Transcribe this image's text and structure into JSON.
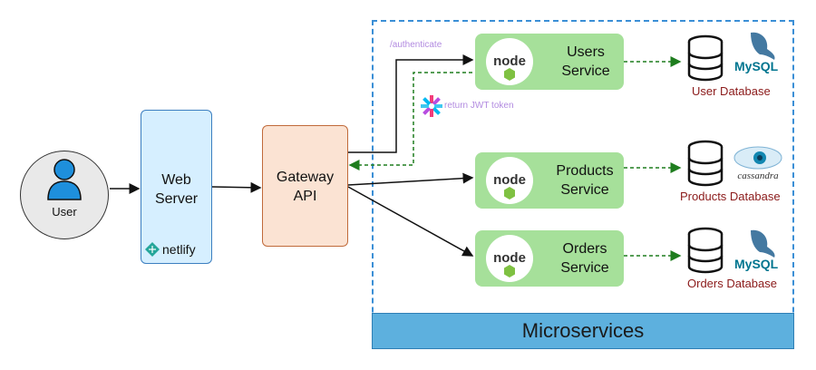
{
  "user": {
    "label": "User"
  },
  "web_server": {
    "line1": "Web",
    "line2": "Server",
    "host": "netlify"
  },
  "gateway": {
    "line1": "Gateway",
    "line2": "API"
  },
  "microservices_label": "Microservices",
  "services": [
    {
      "line1": "Users",
      "line2": "Service",
      "db_label": "User Database",
      "db_brand": "MySQL"
    },
    {
      "line1": "Products",
      "line2": "Service",
      "db_label": "Products Database",
      "db_brand": "cassandra"
    },
    {
      "line1": "Orders",
      "line2": "Service",
      "db_label": "Orders Database",
      "db_brand": "MySQL"
    }
  ],
  "node_logo_text": "node",
  "edge_labels": {
    "authenticate": "/authenticate",
    "jwt": "return JWT token"
  },
  "colors": {
    "service_fill": "#a6e09a",
    "boundary": "#3b8fd6",
    "db_label": "#8b1a1a",
    "edge_label": "#b28be0"
  }
}
